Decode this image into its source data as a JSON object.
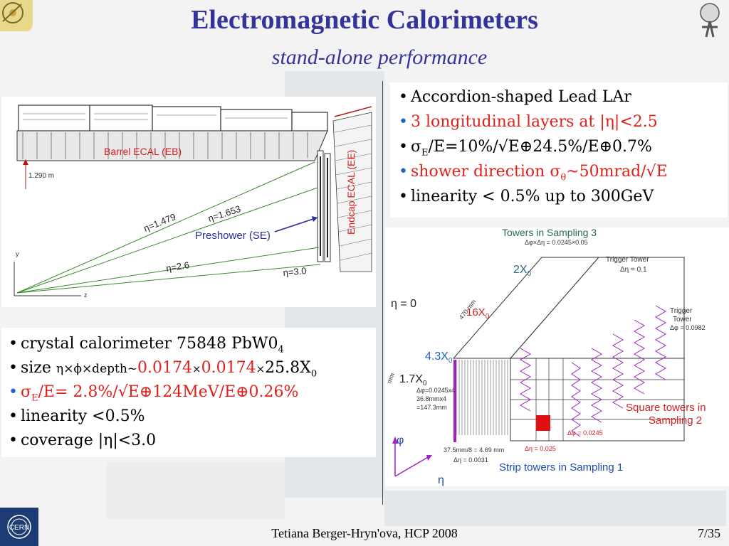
{
  "header": {
    "title": "Electromagnetic Calorimeters",
    "subtitle": "stand-alone performance"
  },
  "right_bullets": {
    "b1": "Accordion-shaped Lead LAr",
    "b2": "3 longitudinal layers at |η|<2.5",
    "b3_sigma": "σ",
    "b3_sub": "E",
    "b3_rest": "/E=10%/√E⊕24.5%/E⊕0.7%",
    "b4_pre": "shower direction ",
    "b4_sigma": "σ",
    "b4_sub": "θ",
    "b4_rest": "~50mrad/√E",
    "b5": "linearity < 0.5% up to 300GeV"
  },
  "left_bullets": {
    "b1": "crystal calorimeter  75848 PbW0",
    "b1_sub": "4",
    "b2_pre": "size ",
    "b2_mid": "η×ϕ×depth~",
    "b2_v1": "0.0174",
    "b2_x1": "×",
    "b2_v2": "0.0174",
    "b2_x2": "×",
    "b2_v3": "25.8X",
    "b2_sub": "0",
    "b3_sigma": "σ",
    "b3_sub": "E",
    "b3_rest": "/E= 2.8%/√E⊕124MeV/E⊕0.26%",
    "b4": "linearity <0.5%",
    "b5": "coverage |η|<3.0"
  },
  "cms_diagram": {
    "barrel_label": "Barrel ECAL (EB)",
    "dist_label": "1.290 m",
    "eta1": "η=1.479",
    "eta2": "η=1.653",
    "eta3": "η=2.6",
    "eta4": "η=3.0",
    "preshower": "Preshower (SE)",
    "endcap": "Endcap ECAL (EE)",
    "axis_y": "y",
    "axis_z": "z"
  },
  "atlas_diagram": {
    "towers3": "Towers in Sampling 3",
    "towers3_dim": "Δφ×Δη = 0.0245×0.05",
    "trigger_tower": "Trigger Tower",
    "trigger_eta": "Δη = 0.1",
    "x2": "2X",
    "x2_sub": "0",
    "eta0": "η = 0",
    "len470": "470 mm",
    "x16": "16X",
    "x16_sub": "0",
    "trigger_tower2": "Trigger",
    "trigger_tower2b": "Tower",
    "trigger_phi": "Δφ = 0.0982",
    "x43": "4.3X",
    "x43_sub": "0",
    "x17": "1.7X",
    "x17_sub": "0",
    "dphi_a": "Δφ=0.0245x4",
    "dphi_b": "36.8mmx4",
    "dphi_c": "=147.3mm",
    "square_towers": "Square towers in",
    "sampling2": "Sampling 2",
    "dphi_sq": "Δφ = 0.0245",
    "deta_sq": "Δη = 0.025",
    "strip_size": "37.5mm/8 = 4.69 mm",
    "strip_deta": "Δη = 0.0031",
    "strip_towers": "Strip towers in Sampling 1",
    "phi": "φ",
    "eta": "η",
    "mm": "mm"
  },
  "footer": {
    "author": "Tetiana Berger-Hryn'ova, HCP 2008",
    "page": "7/35"
  },
  "logo": {
    "cern": "CERN"
  },
  "colors": {
    "title": "#33339a",
    "red": "#e0201b",
    "bullet_blue": "#1e63c5",
    "purple": "#a020c0"
  }
}
